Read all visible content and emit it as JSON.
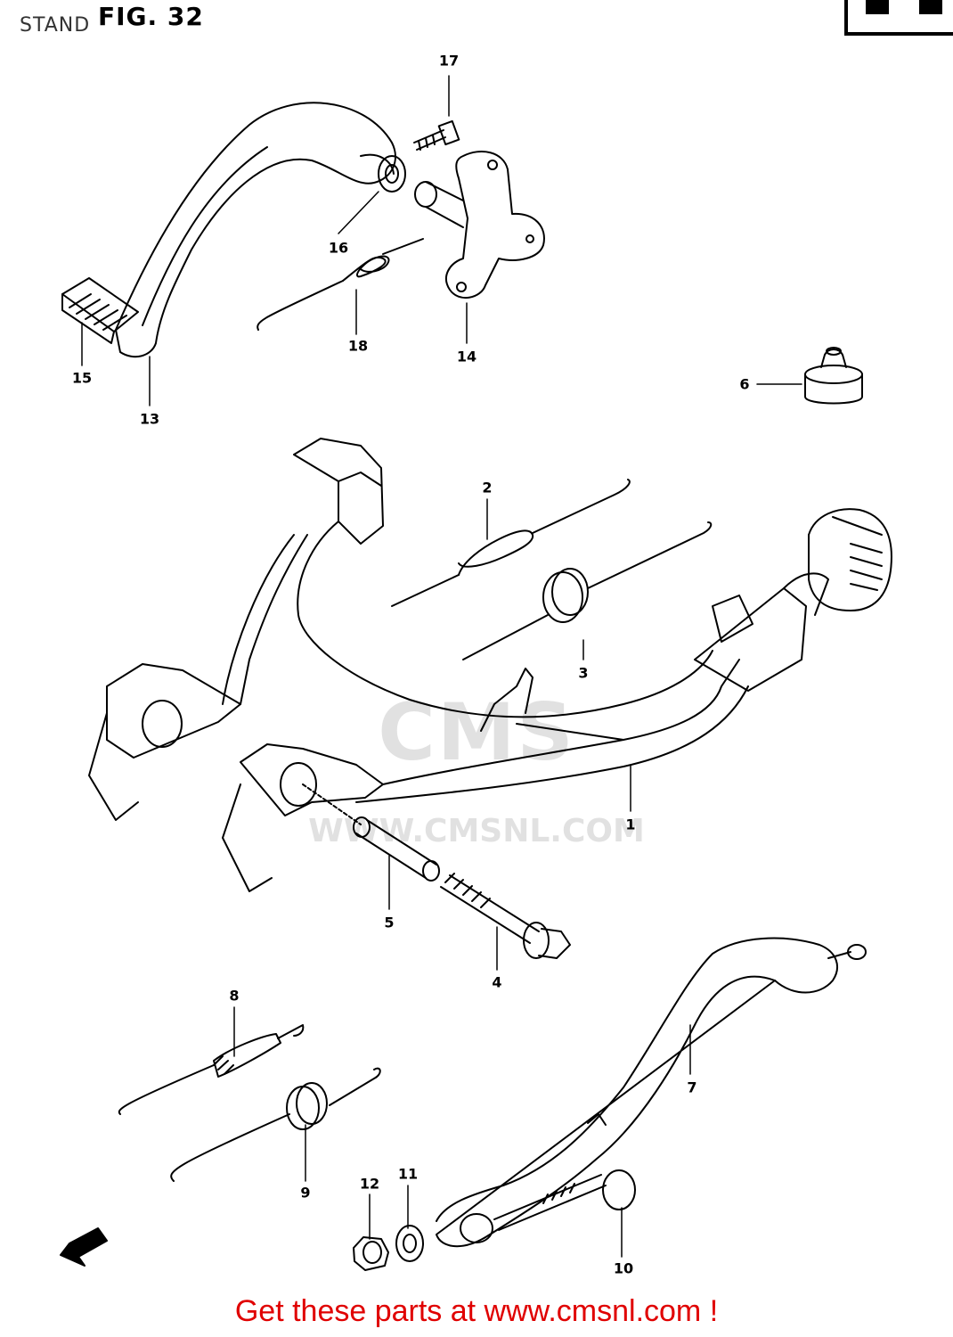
{
  "header": {
    "section": "STAND",
    "figure": "FIG. 32"
  },
  "watermark": {
    "brand": "CMS",
    "url": "WWW.CMSNL.COM"
  },
  "callouts": [
    "1",
    "2",
    "3",
    "4",
    "5",
    "6",
    "7",
    "8",
    "9",
    "10",
    "11",
    "12",
    "13",
    "14",
    "15",
    "16",
    "17",
    "18"
  ],
  "footer": {
    "text": "Get these parts at www.cmsnl.com !"
  },
  "colors": {
    "footer": "#e00000",
    "lines": "#000000",
    "watermark": "#c9c9c9"
  }
}
